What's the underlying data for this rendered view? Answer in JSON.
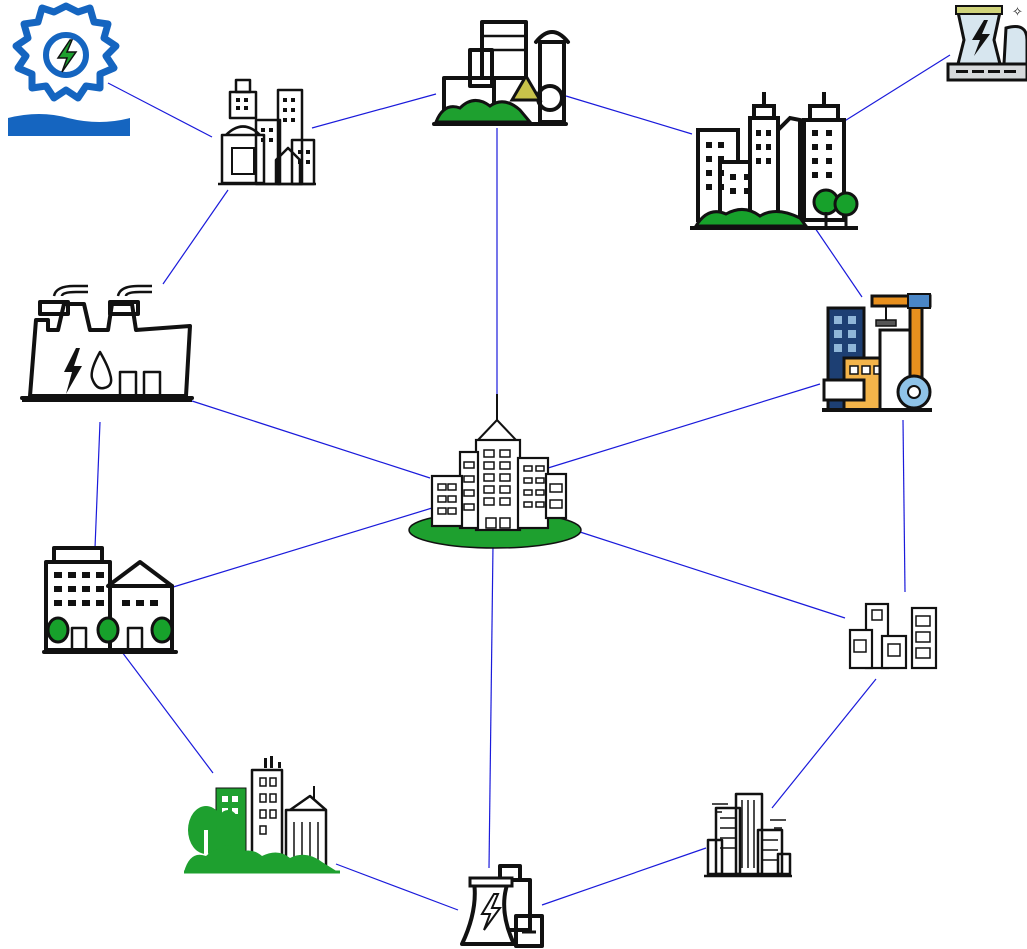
{
  "diagram": {
    "type": "network",
    "colors": {
      "edge": "#1a1adb",
      "accent_green": "#1ea02f",
      "accent_blue": "#1565c0",
      "accent_orange": "#e8901e"
    },
    "nodes": [
      {
        "id": "hub",
        "icon": "city-skyline-hub-icon"
      },
      {
        "id": "hydro",
        "icon": "hydro-power-gear-icon"
      },
      {
        "id": "city-topleft",
        "icon": "city-buildings-icon"
      },
      {
        "id": "industrial",
        "icon": "industrial-plant-icon"
      },
      {
        "id": "nuclear",
        "icon": "nuclear-power-plant-icon"
      },
      {
        "id": "city-green",
        "icon": "city-towers-green-icon"
      },
      {
        "id": "power-factory",
        "icon": "power-factory-icon"
      },
      {
        "id": "construction",
        "icon": "construction-crane-icon"
      },
      {
        "id": "residential",
        "icon": "residential-buildings-icon"
      },
      {
        "id": "office-small",
        "icon": "office-buildings-icon"
      },
      {
        "id": "eco-city",
        "icon": "eco-city-icon"
      },
      {
        "id": "skyscrapers",
        "icon": "skyscrapers-icon"
      },
      {
        "id": "cooling-plant",
        "icon": "cooling-tower-plant-icon"
      }
    ],
    "edges": [
      [
        "hydro",
        "city-topleft"
      ],
      [
        "city-topleft",
        "industrial"
      ],
      [
        "industrial",
        "city-green"
      ],
      [
        "nuclear",
        "city-green"
      ],
      [
        "city-topleft",
        "power-factory"
      ],
      [
        "industrial",
        "hub"
      ],
      [
        "city-green",
        "construction"
      ],
      [
        "construction",
        "hub"
      ],
      [
        "power-factory",
        "hub"
      ],
      [
        "power-factory",
        "residential"
      ],
      [
        "construction",
        "office-small"
      ],
      [
        "hub",
        "residential"
      ],
      [
        "hub",
        "office-small"
      ],
      [
        "hub",
        "cooling-plant"
      ],
      [
        "residential",
        "eco-city"
      ],
      [
        "office-small",
        "skyscrapers"
      ],
      [
        "eco-city",
        "cooling-plant"
      ],
      [
        "skyscrapers",
        "cooling-plant"
      ]
    ]
  }
}
